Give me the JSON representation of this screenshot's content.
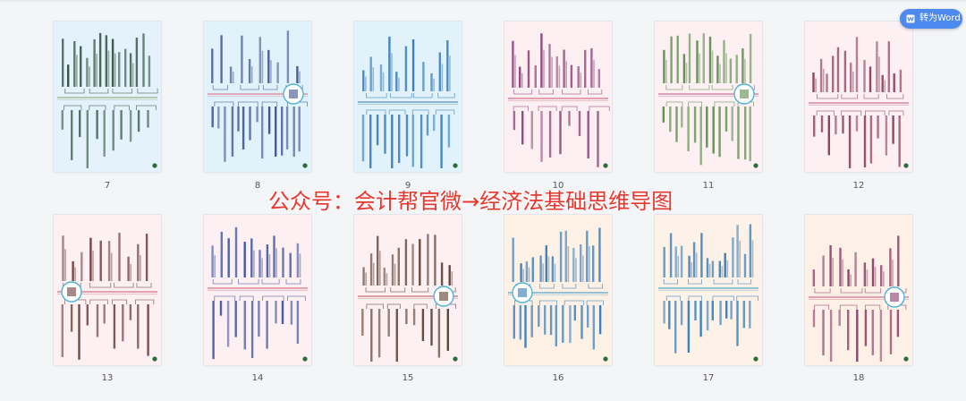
{
  "toolbar": {
    "convert_label": "转为Word",
    "convert_icon": "word-doc-icon",
    "accent": "#4d8af0"
  },
  "watermark": {
    "text": "公众号：会计帮官微→经济法基础思维导图",
    "color": "#e8362d"
  },
  "pages": [
    {
      "number": "7",
      "bg": "#e4f3fb",
      "ink": "#2e4f3a",
      "line": "#8a9a6a"
    },
    {
      "number": "8",
      "bg": "#e2f2fb",
      "ink": "#3a4f8f",
      "line": "#d9607a"
    },
    {
      "number": "9",
      "bg": "#e2f2fb",
      "ink": "#2f78b8",
      "line": "#2f78b8"
    },
    {
      "number": "10",
      "bg": "#fcefF2",
      "ink": "#8a3f78",
      "line": "#d04f6a"
    },
    {
      "number": "11",
      "bg": "#fcf0f3",
      "ink": "#5a8a4a",
      "line": "#c9507a"
    },
    {
      "number": "12",
      "bg": "#fcf0f3",
      "ink": "#8a3a5a",
      "line": "#c9507a"
    },
    {
      "number": "13",
      "bg": "#fcf0f3",
      "ink": "#6a3a3a",
      "line": "#d04f6a"
    },
    {
      "number": "14",
      "bg": "#fcf0f3",
      "ink": "#3a4f9a",
      "line": "#d04f6a"
    },
    {
      "number": "15",
      "bg": "#fcf0f3",
      "ink": "#5a3a2a",
      "line": "#c0504a"
    },
    {
      "number": "16",
      "bg": "#fdf1e6",
      "ink": "#2f78b8",
      "line": "#2f90c0"
    },
    {
      "number": "17",
      "bg": "#fdf2e8",
      "ink": "#2f78b8",
      "line": "#2f90c0"
    },
    {
      "number": "18",
      "bg": "#fdf0e6",
      "ink": "#8a3a6a",
      "line": "#c9507a"
    }
  ]
}
